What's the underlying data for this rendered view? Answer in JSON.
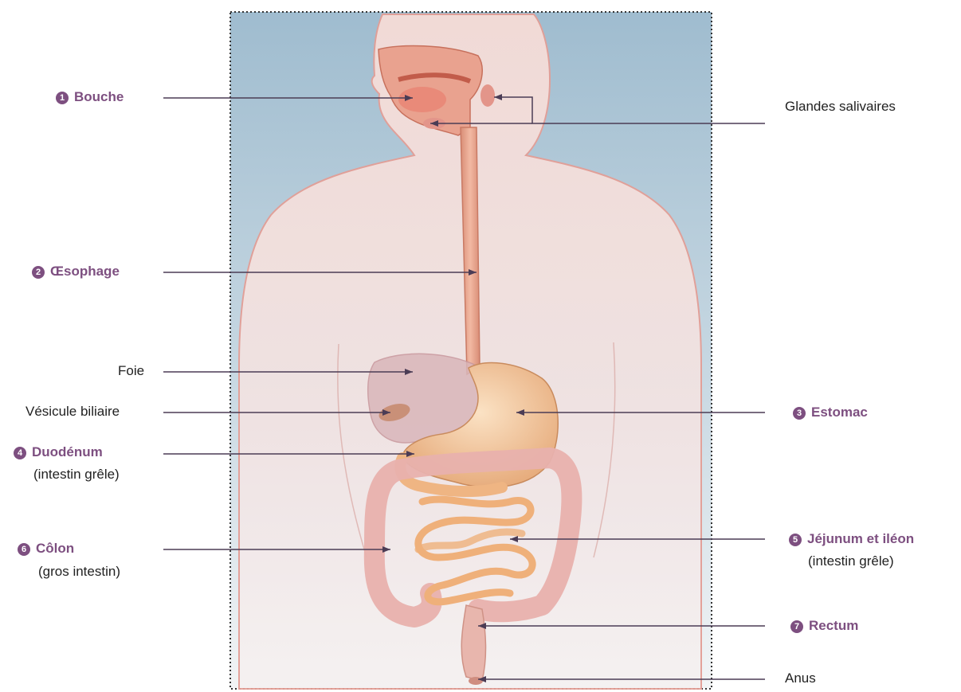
{
  "labels": {
    "bouche": {
      "num": "1",
      "text": "Bouche"
    },
    "glandes": {
      "text": "Glandes salivaires"
    },
    "oesophage": {
      "num": "2",
      "text": "Œsophage"
    },
    "foie": {
      "text": "Foie"
    },
    "vesicule": {
      "text": "Vésicule biliaire"
    },
    "estomac": {
      "num": "3",
      "text": "Estomac"
    },
    "duodenum": {
      "num": "4",
      "text": "Duodénum",
      "sub": "(intestin grêle)"
    },
    "jejunum": {
      "num": "5",
      "text": "Jéjunum et iléon",
      "sub": "(intestin grêle)"
    },
    "colon": {
      "num": "6",
      "text": "Côlon",
      "sub": "(gros intestin)"
    },
    "rectum": {
      "num": "7",
      "text": "Rectum"
    },
    "anus": {
      "text": "Anus"
    }
  },
  "colors": {
    "accent_label": "#7d4f80",
    "background_panel": "#a9c4d6",
    "body_skin": "#f3d6d2",
    "organ_tube": "#e9a58f",
    "stomach": "#f1c79e",
    "intestine": "#f0b98a",
    "colon": "#e8b4b0",
    "liver": "#d9b3b8"
  }
}
